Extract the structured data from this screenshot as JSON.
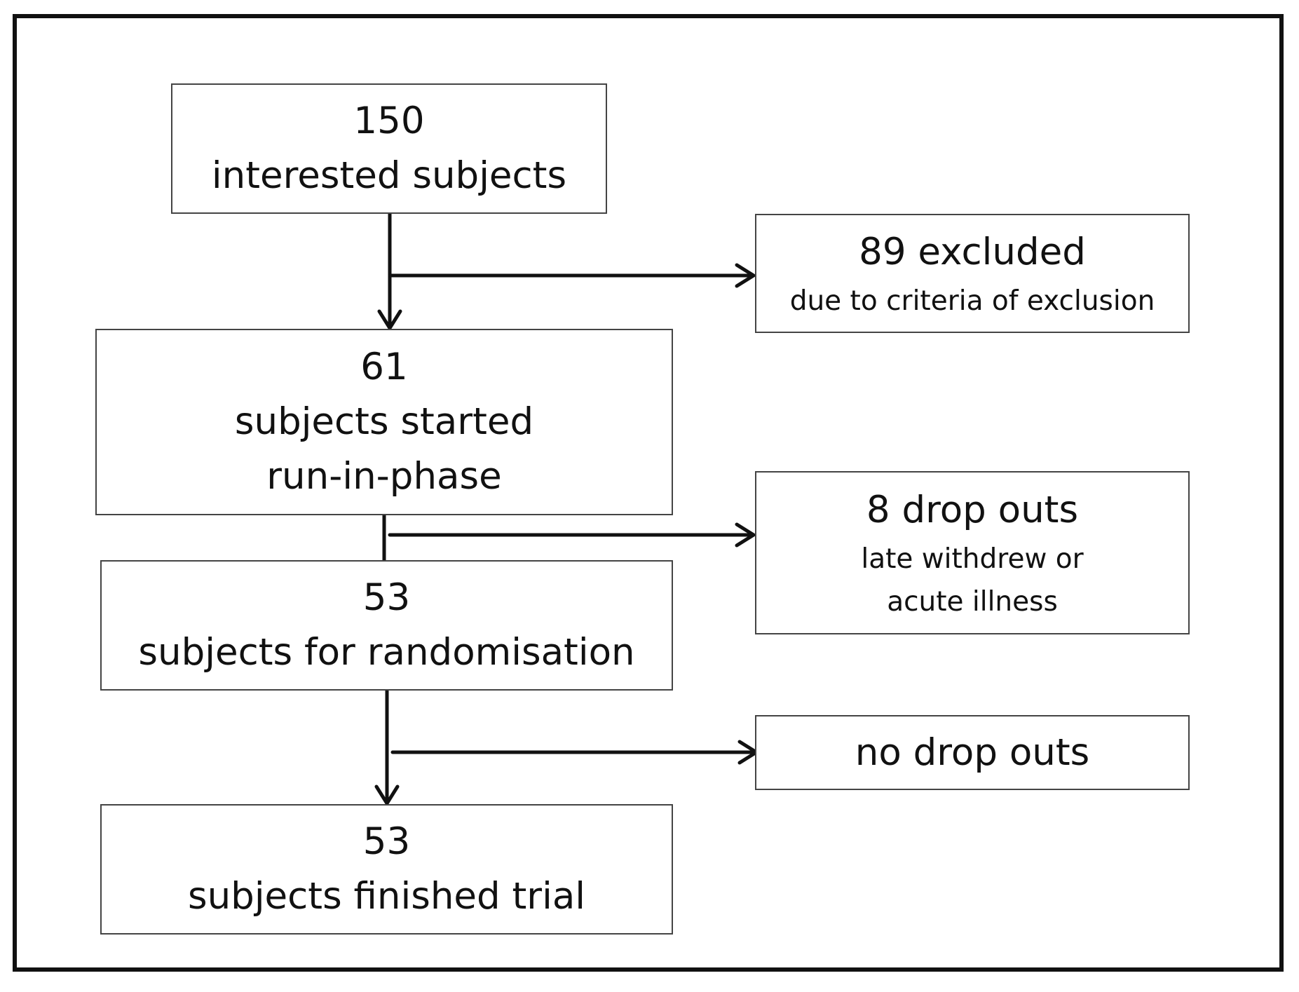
{
  "flowchart": {
    "main": [
      {
        "count": "150",
        "lines": [
          "interested subjects"
        ]
      },
      {
        "count": "61",
        "lines": [
          "subjects started",
          "run-in-phase"
        ]
      },
      {
        "count": "53",
        "lines": [
          "subjects for randomisation"
        ]
      },
      {
        "count": "53",
        "lines": [
          "subjects finished trial"
        ]
      }
    ],
    "side": [
      {
        "title": "89 excluded",
        "lines": [
          "due to criteria of exclusion"
        ]
      },
      {
        "title": "8 drop outs",
        "lines": [
          "late withdrew or",
          "acute illness"
        ]
      },
      {
        "title": "no drop outs",
        "lines": []
      }
    ]
  }
}
